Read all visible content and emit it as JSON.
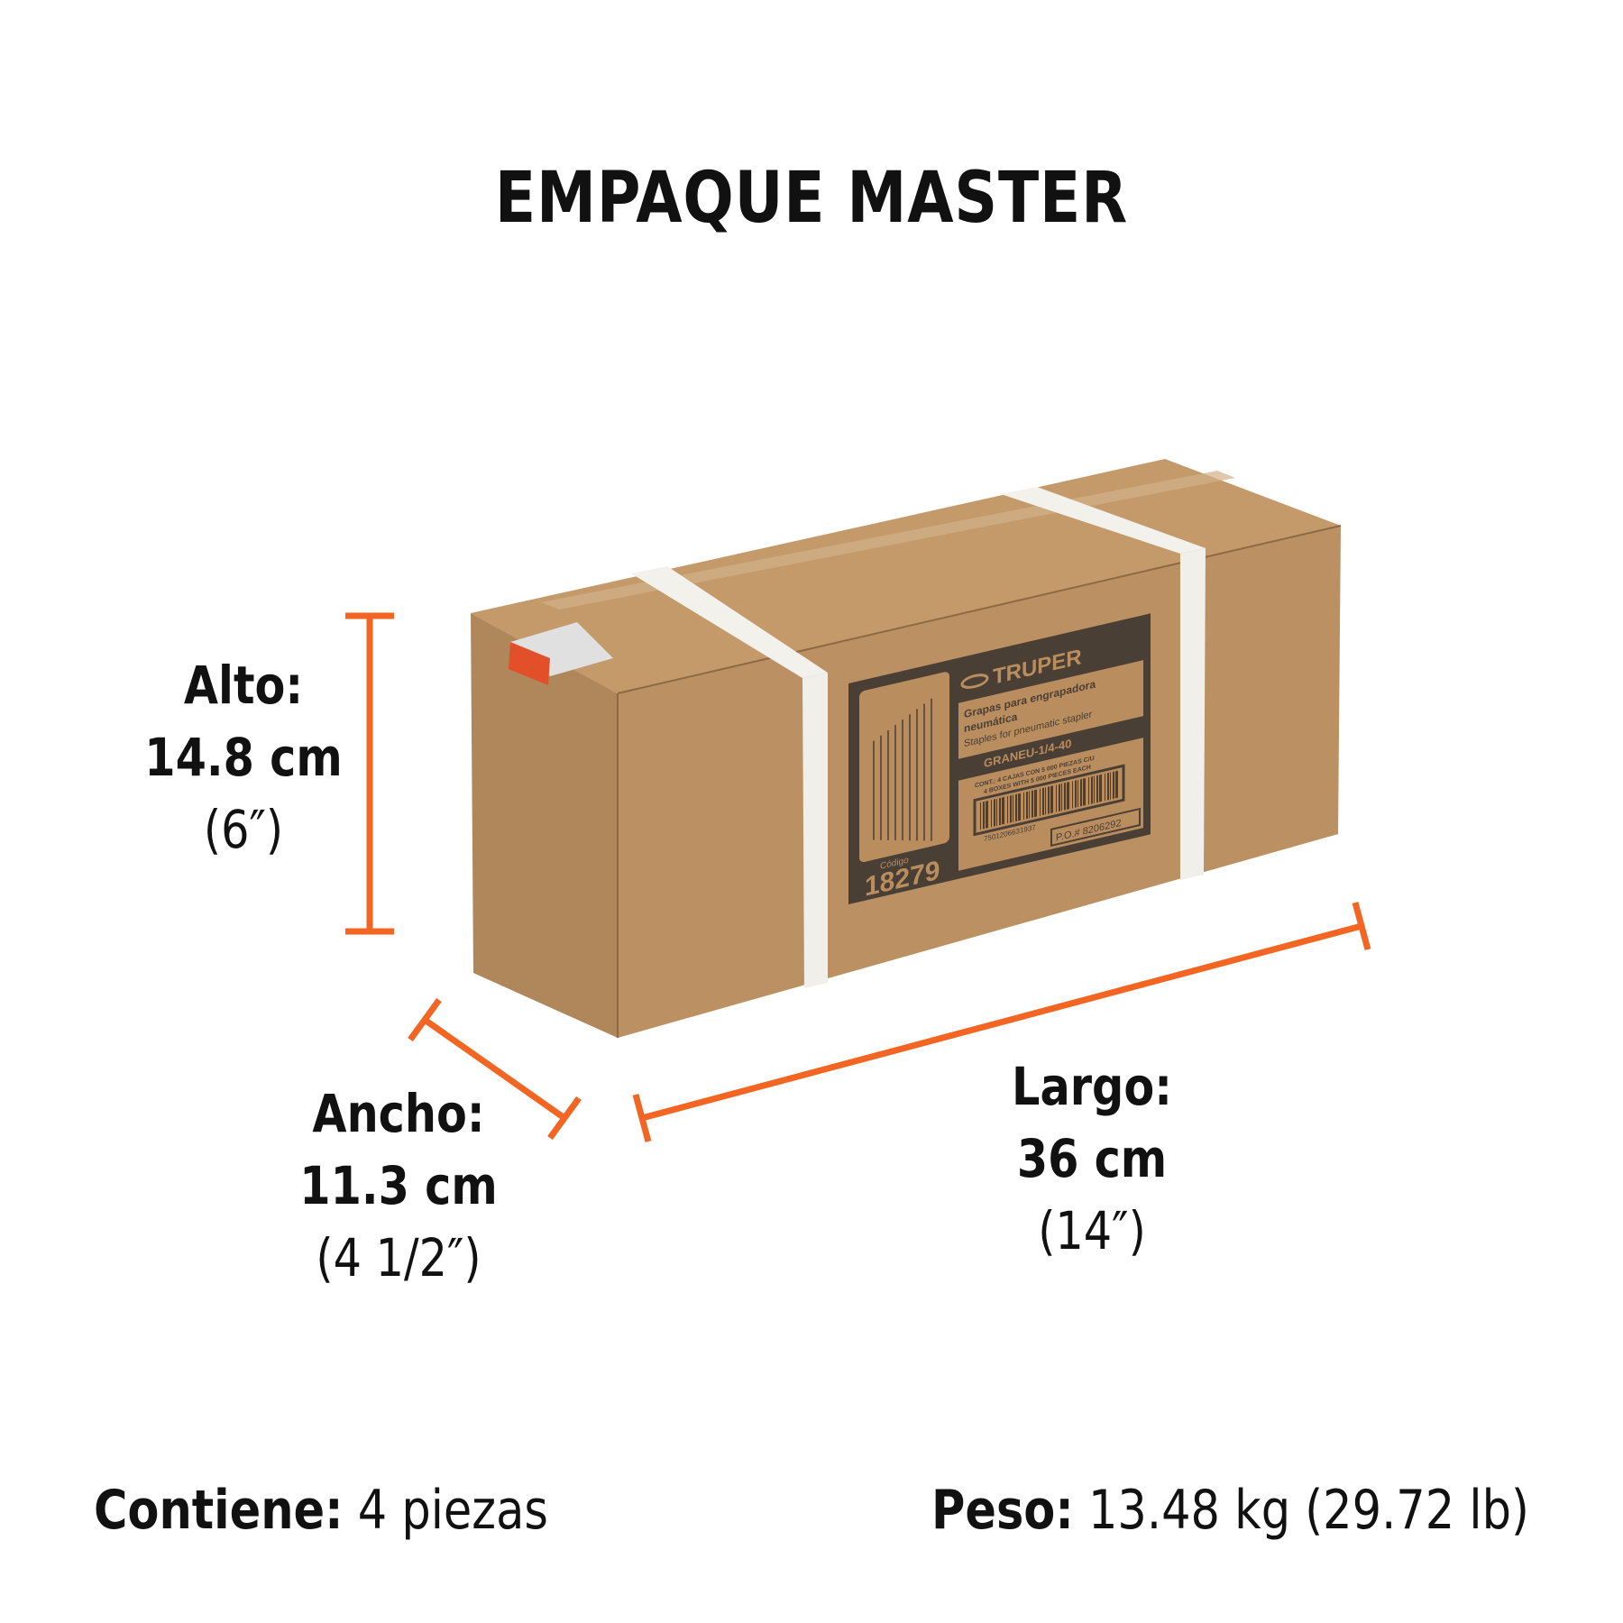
{
  "title": "EMPAQUE MASTER",
  "dimensions": {
    "alto": {
      "label": "Alto:",
      "metric": "14.8 cm",
      "imperial": "(6″)"
    },
    "ancho": {
      "label": "Ancho:",
      "metric": "11.3 cm",
      "imperial": "(4 1/2″)"
    },
    "largo": {
      "label": "Largo:",
      "metric": "36 cm",
      "imperial": "(14″)"
    }
  },
  "footer": {
    "contiene_label": "Contiene:",
    "contiene_value": " 4 piezas",
    "peso_label": "Peso:",
    "peso_value": " 13.48 kg (29.72 lb)"
  },
  "box_label": {
    "brand": "TRUPER",
    "line1": "Grapas para engrapadora",
    "line2": "neumática",
    "line3": "Staples for pneumatic stapler",
    "model": "GRANEU-1/4-40",
    "cont1": "CONT.: 4 CAJAS CON 5 000 PIEZAS C/U",
    "cont2": "4 BOXES WITH 5 000 PIECES EACH",
    "barcode_number": "7501206631937",
    "po": "P.O.# 8206292",
    "codigo_label": "Código",
    "codigo": "18279"
  },
  "colors": {
    "accent": "#f26522",
    "cardboard": "#b98d5e",
    "label_ink": "#4a3f35"
  }
}
